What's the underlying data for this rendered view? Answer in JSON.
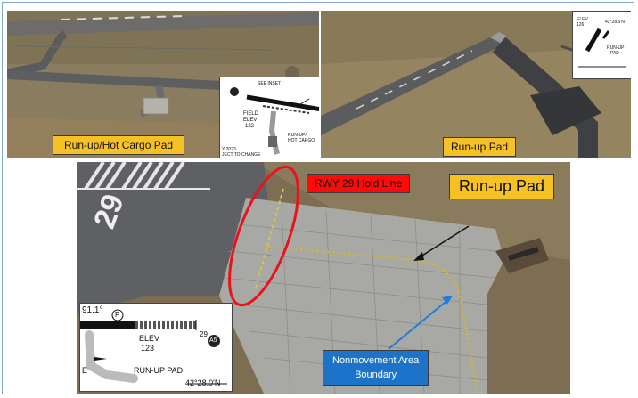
{
  "panels": {
    "top_left": {
      "caption": "Run-up/Hot Cargo Pad",
      "chart_inset": {
        "see_inset": "SEE INSET",
        "field_label": "FIELD",
        "elev_label": "ELEV",
        "elev_value": "122",
        "runup_hot_cargo_line1": "RUN-UP/",
        "runup_hot_cargo_line2": "HOT CARGO",
        "bottom_note_line1": "Y 2023",
        "bottom_note_line2": "JECT TO CHANGE"
      }
    },
    "top_right": {
      "caption": "Run-up Pad",
      "chart_inset": {
        "elev_label": "ELEV",
        "elev_value": "126",
        "latitude": "42°28.5'N",
        "runup_line1": "RUN-UP",
        "runup_line2": "PAD"
      }
    },
    "bottom": {
      "hold_line_label": "RWY 29 Hold Line",
      "runup_pad_label": "Run-up Pad",
      "nonmovement_line1": "Nonmovement Area",
      "nonmovement_line2": "Boundary",
      "runway_number": "29",
      "chart_inset": {
        "heading": "91.1°",
        "p_symbol": "P",
        "elev_label": "ELEV",
        "elev_value": "123",
        "runway_end": "29",
        "hotspot": "A5",
        "runup_pad": "RUN-UP PAD",
        "latitude": "42°28.0'N",
        "e_label": "E"
      }
    }
  },
  "colors": {
    "caption_yellow": "#f6c124",
    "hold_line_red": "#ff0a0a",
    "boundary_blue": "#1d73c8",
    "annotation_ellipse": "#e8141c",
    "arrow_blue": "#1f7fd6"
  }
}
